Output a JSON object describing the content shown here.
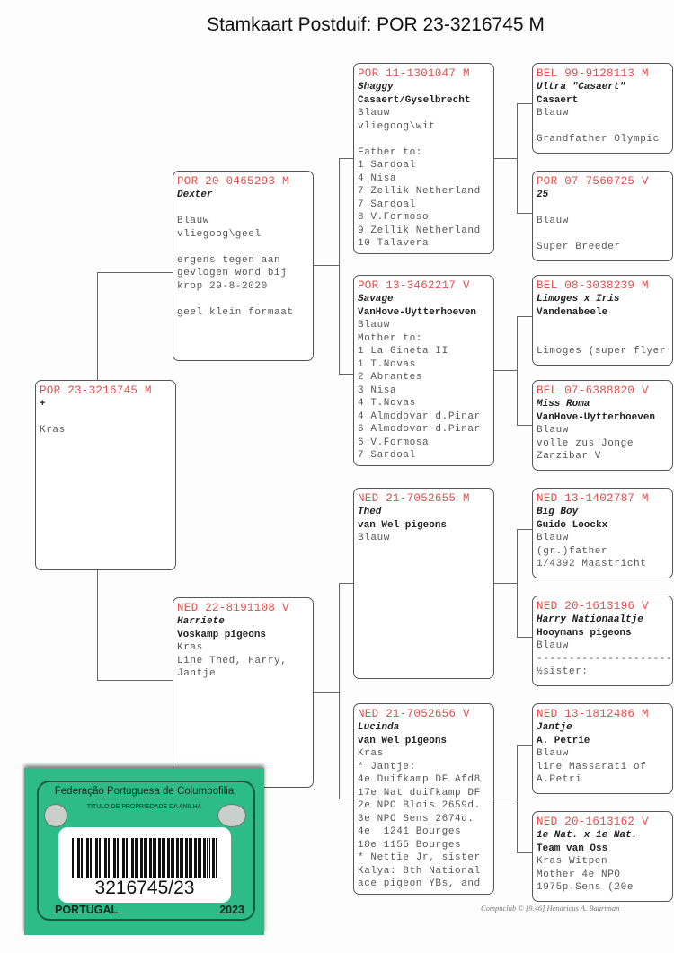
{
  "title": "Stamkaart Postduif: POR 23-3216745 M",
  "colors": {
    "ring": "#e0504e",
    "card": "#2dbb8a"
  },
  "pigeons": {
    "subject": {
      "ring": "POR 23-3216745 M",
      "name": "+",
      "breeder": "",
      "lines": [
        "Kras"
      ]
    },
    "sire": {
      "ring": "POR 20-0465293 M",
      "name": "Dexter",
      "breeder": "",
      "lines": [
        "Blauw",
        "vliegoog\\geel",
        "",
        "ergens tegen aan",
        "gevlogen wond bij",
        "krop 29-8-2020",
        "",
        "geel klein formaat"
      ]
    },
    "dam": {
      "ring": "NED 22-8191108 V",
      "name": "Harriete",
      "breeder": "Voskamp pigeons",
      "lines": [
        "Kras",
        "Line Thed, Harry,",
        "Jantje"
      ]
    },
    "ss": {
      "ring": "POR 11-1301047 M",
      "name": "Shaggy",
      "breeder": "Casaert/Gyselbrecht",
      "lines": [
        "Blauw",
        "vliegoog\\wit",
        "",
        "Father to:",
        "1 Sardoal",
        "4 Nisa",
        "7 Zellik Netherland",
        "7 Sardoal",
        "8 V.Formoso",
        "9 Zellik Netherland",
        "10 Talavera"
      ]
    },
    "sd": {
      "ring": "POR 13-3462217 V",
      "name": "Savage",
      "breeder": "VanHove-Uytterhoeven",
      "lines": [
        "Blauw",
        "Mother to:",
        "1 La Gineta II",
        "1 T.Novas",
        "2 Abrantes",
        "3 Nisa",
        "4 T.Novas",
        "4 Almodovar d.Pinar",
        "6 Almodovar d.Pinar",
        "6 V.Formosa",
        "7 Sardoal"
      ]
    },
    "ds": {
      "ring": "NED 21-7052655 M",
      "name": "Thed",
      "breeder": "van Wel pigeons",
      "lines": [
        "Blauw"
      ]
    },
    "dd": {
      "ring": "NED 21-7052656 V",
      "name": "Lucinda",
      "breeder": "van Wel pigeons",
      "lines": [
        "Kras",
        "* Jantje:",
        "4e Duifkamp DF Afd8",
        "17e Nat duifkamp DF",
        "2e NPO Blois 2659d.",
        "3e NPO Sens 2674d.",
        "4e  1241 Bourges",
        "18e 1155 Bourges",
        "* Nettie Jr, sister",
        "Kalya: 8th National",
        "ace pigeon YBs, and"
      ]
    },
    "sss": {
      "ring": "BEL 99-9128113 M",
      "name": "Ultra \"Casaert\"",
      "breeder": "Casaert",
      "lines": [
        "Blauw",
        "",
        "Grandfather Olympic"
      ]
    },
    "ssd": {
      "ring": "POR 07-7560725 V",
      "name": "25",
      "breeder": "",
      "lines": [
        "Blauw",
        "",
        "Super Breeder"
      ]
    },
    "sds": {
      "ring": "BEL 08-3038239 M",
      "name": "Limoges x Iris",
      "breeder": "Vandenabeele",
      "lines": [
        "",
        "",
        "Limoges (super flyer"
      ]
    },
    "sdd": {
      "ring": "BEL 07-6388820 V",
      "name": "Miss Roma",
      "breeder": "VanHove-Uytterhoeven",
      "lines": [
        "Blauw",
        "volle zus Jonge",
        "Zanzibar V"
      ]
    },
    "dss": {
      "ring": "NED 13-1402787 M",
      "name": "Big Boy",
      "breeder": "Guido Loockx",
      "lines": [
        "Blauw",
        "(gr.)father",
        "1/4392 Maastricht"
      ]
    },
    "dsd": {
      "ring": "NED 20-1613196 V",
      "name": "Harry Nationaaltje",
      "breeder": "Hooymans pigeons",
      "lines": [
        "Blauw",
        "---------------------",
        "½sister:"
      ]
    },
    "dds": {
      "ring": "NED 13-1812486 M",
      "name": "Jantje",
      "breeder": "A. Petrie",
      "lines": [
        "Blauw",
        "line Massarati of",
        "A.Petri"
      ]
    },
    "ddd": {
      "ring": "NED 20-1613162 V",
      "name": "1e Nat. x 1e Nat.",
      "breeder": "Team van Oss",
      "lines": [
        "Kras Witpen",
        "Mother 4e NPO",
        "1975p.Sens (20e"
      ]
    }
  },
  "footer": "Compuclub © [9.46]  Hendricus A. Baartman",
  "ring_card": {
    "federation": "Federação Portuguesa de Columbofilia",
    "subtitle": "TÍTULO DE PROPRIEDADE DA ANILHA",
    "number": "3216745/23",
    "country": "PORTUGAL",
    "year": "2023"
  }
}
